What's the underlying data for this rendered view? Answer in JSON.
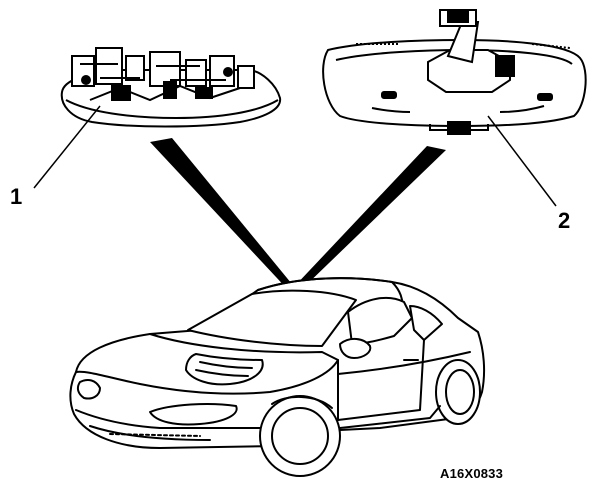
{
  "callouts": {
    "dome_light": "1",
    "mirror": "2"
  },
  "figure_code": "A16X0833",
  "colors": {
    "ink": "#000000",
    "background": "#ffffff"
  }
}
